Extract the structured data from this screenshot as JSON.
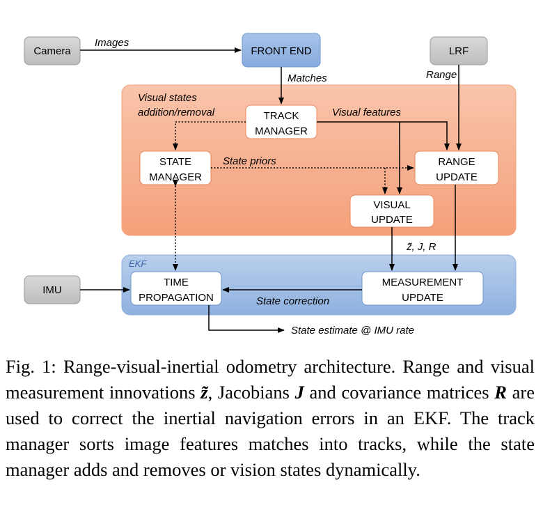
{
  "diagram": {
    "nodes": {
      "camera": "Camera",
      "front_end": "FRONT END",
      "lrf": "LRF",
      "track_manager": [
        "TRACK",
        "MANAGER"
      ],
      "state_manager": [
        "STATE",
        "MANAGER"
      ],
      "range_update": [
        "RANGE",
        "UPDATE"
      ],
      "visual_update": [
        "VISUAL",
        "UPDATE"
      ],
      "imu": "IMU",
      "time_propagation": [
        "TIME",
        "PROPAGATION"
      ],
      "measurement_update": [
        "MEASUREMENT",
        "UPDATE"
      ]
    },
    "edges": {
      "images": "Images",
      "matches": "Matches",
      "range": "Range",
      "visual_states": [
        "Visual states",
        "addition/removal"
      ],
      "visual_features": "Visual features",
      "state_priors": "State priors",
      "innovations": "z̃, J, R",
      "state_correction": "State correction",
      "state_estimate": "State estimate @ IMU rate"
    },
    "group_labels": {
      "ekf": "EKF"
    },
    "colors": {
      "orange_region_top": "#f9c4ab",
      "orange_region_bottom": "#f5a27c",
      "blue_region_top": "#b3cbea",
      "blue_region_bottom": "#8fb2e0",
      "front_end_fill": "#8fb4e3",
      "grey_node_fill": "#c8c8c8"
    }
  },
  "caption": {
    "label": "Fig. 1:",
    "t1": " Range-visual-inertial odometry architecture. Range and visual measurement innovations ",
    "z_symbol": "z̃",
    "t2": ", Jacobians ",
    "j_symbol": "J",
    "t3": " and covariance matrices ",
    "r_symbol": "R",
    "t4": " are used to correct the inertial navigation errors in an EKF. The track manager sorts image features matches into tracks, while the state manager adds and removes or vision states dynamically."
  }
}
